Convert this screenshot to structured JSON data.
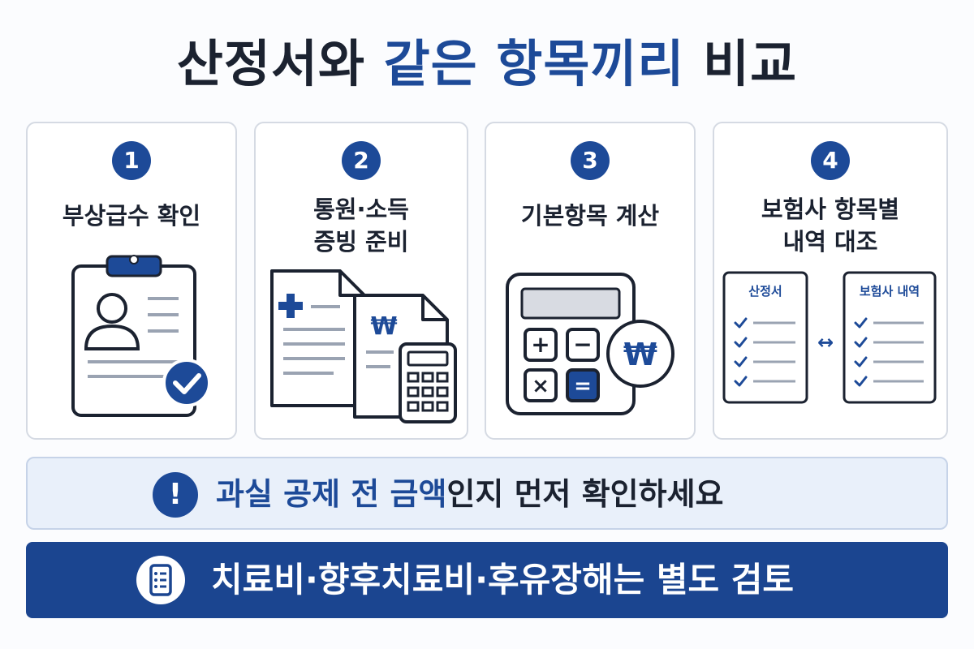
{
  "title": {
    "part1": "산정서와 ",
    "highlight": "같은 항목끼리",
    "part2": " 비교"
  },
  "steps": [
    {
      "num": "1",
      "title": "부상급수 확인"
    },
    {
      "num": "2",
      "title": "통원·소득\n증빙 준비"
    },
    {
      "num": "3",
      "title": "기본항목 계산"
    },
    {
      "num": "4",
      "title": "보험사 항목별\n내역 대조"
    }
  ],
  "step2_doc_symbol": "₩",
  "step3_coin_symbol": "₩",
  "step3_keys": [
    "+",
    "−",
    "×",
    "="
  ],
  "step4_left_header": "산정서",
  "step4_right_header": "보험사 내역",
  "step4_arrow": "↔",
  "notice": {
    "icon": "!",
    "highlight": "과실 공제 전 금액",
    "rest": "인지 먼저 확인하세요"
  },
  "bottom_bar": {
    "text": "치료비·향후치료비·후유장해는 별도 검토"
  },
  "colors": {
    "accent": "#1d4a98",
    "dark": "#1b2230",
    "bar": "#1b4590",
    "notice_bg": "#e9f0fa"
  }
}
